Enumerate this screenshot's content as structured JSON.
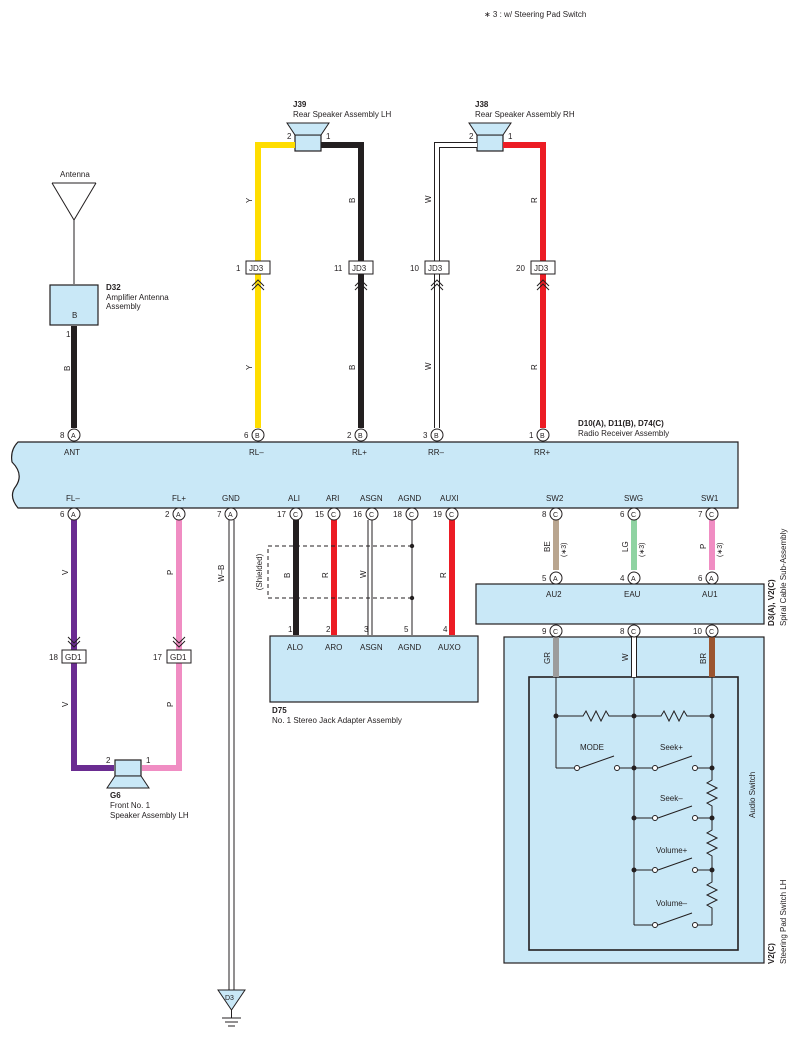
{
  "note": "∗ 3 : w/ Steering Pad Switch",
  "components": {
    "antenna": {
      "label": "Antenna"
    },
    "d32": {
      "code": "D32",
      "name_line1": "Amplifier Antenna",
      "name_line2": "Assembly",
      "pin_b": "B",
      "pin1": "1"
    },
    "j39": {
      "code": "J39",
      "name": "Rear Speaker Assembly LH",
      "pin2": "2",
      "pin1": "1"
    },
    "j38": {
      "code": "J38",
      "name": "Rear Speaker Assembly RH",
      "pin2": "2",
      "pin1": "1"
    },
    "radio": {
      "code": "D10(A), D11(B), D74(C)",
      "name": "Radio Receiver Assembly"
    },
    "d75": {
      "code": "D75",
      "name": "No.  1 Stereo Jack Adapter Assembly"
    },
    "g6": {
      "code": "G6",
      "name_line1": "Front No.  1",
      "name_line2": "Speaker Assembly LH",
      "pin2": "2",
      "pin1": "1"
    },
    "spiral": {
      "code": "D3(A), V2(C)",
      "name": "Spiral Cable Sub-Assembly"
    },
    "steering": {
      "code": "V2(C)",
      "name": "Steering Pad Switch LH"
    },
    "audio_switch": {
      "name": "Audio Switch"
    },
    "d3": {
      "code": "D3"
    }
  },
  "radio_top_pins": [
    {
      "label": "ANT",
      "num": "8",
      "conn": "A"
    },
    {
      "label": "RL–",
      "num": "6",
      "conn": "B"
    },
    {
      "label": "RL+",
      "num": "2",
      "conn": "B"
    },
    {
      "label": "RR–",
      "num": "3",
      "conn": "B"
    },
    {
      "label": "RR+",
      "num": "1",
      "conn": "B"
    }
  ],
  "radio_bottom_pins": [
    {
      "label": "FL–",
      "num": "6",
      "conn": "A"
    },
    {
      "label": "FL+",
      "num": "2",
      "conn": "A"
    },
    {
      "label": "GND",
      "num": "7",
      "conn": "A"
    },
    {
      "label": "ALI",
      "num": "17",
      "conn": "C"
    },
    {
      "label": "ARI",
      "num": "15",
      "conn": "C"
    },
    {
      "label": "ASGN",
      "num": "16",
      "conn": "C"
    },
    {
      "label": "AGND",
      "num": "18",
      "conn": "C"
    },
    {
      "label": "AUXI",
      "num": "19",
      "conn": "C"
    },
    {
      "label": "SW2",
      "num": "8",
      "conn": "C"
    },
    {
      "label": "SWG",
      "num": "6",
      "conn": "C"
    },
    {
      "label": "SW1",
      "num": "7",
      "conn": "C"
    }
  ],
  "jd3_connectors": [
    {
      "num": "1",
      "label": "JD3"
    },
    {
      "num": "11",
      "label": "JD3"
    },
    {
      "num": "10",
      "label": "JD3"
    },
    {
      "num": "20",
      "label": "JD3"
    }
  ],
  "gd1_connectors": [
    {
      "num": "18",
      "label": "GD1"
    },
    {
      "num": "17",
      "label": "GD1"
    }
  ],
  "d75_pins": [
    {
      "label": "ALO",
      "num": "1"
    },
    {
      "label": "ARO",
      "num": "2"
    },
    {
      "label": "ASGN",
      "num": "3"
    },
    {
      "label": "AGND",
      "num": "5"
    },
    {
      "label": "AUXO",
      "num": "4"
    }
  ],
  "spiral_top_pins": [
    {
      "label": "AU2",
      "num": "5",
      "conn": "A"
    },
    {
      "label": "EAU",
      "num": "4",
      "conn": "A"
    },
    {
      "label": "AU1",
      "num": "6",
      "conn": "A"
    }
  ],
  "spiral_bottom_pins": [
    {
      "num": "9",
      "conn": "C"
    },
    {
      "num": "8",
      "conn": "C"
    },
    {
      "num": "10",
      "conn": "C"
    }
  ],
  "wire_labels": {
    "ant_b": "B",
    "rl_minus_upper": "Y",
    "rl_minus_lower": "Y",
    "rl_plus_upper": "B",
    "rl_plus_lower": "B",
    "rr_minus_upper": "W",
    "rr_minus_lower": "W",
    "rr_plus_upper": "R",
    "rr_plus_lower": "R",
    "fl_minus_upper": "V",
    "fl_minus_lower": "V",
    "fl_plus_upper": "P",
    "fl_plus_lower": "P",
    "gnd": "W–B",
    "ali": "B",
    "ari": "R",
    "asgn": "W",
    "auxi": "R",
    "sw2": "BE",
    "swg": "LG",
    "sw1": "P",
    "gr": "GR",
    "w": "W",
    "br": "BR",
    "shielded": "(Shielded)",
    "star3": "(∗3)"
  },
  "switches": {
    "mode": "MODE",
    "seek_plus": "Seek+",
    "seek_minus": "Seek–",
    "vol_plus": "Volume+",
    "vol_minus": "Volume–"
  },
  "colors": {
    "yellow": "#ffdd00",
    "black": "#231f20",
    "red": "#ec1c24",
    "white": "#ffffff",
    "violet": "#6a2c91",
    "pink": "#f08dc3",
    "beige": "#b9a58f",
    "light_green": "#8fd3a2",
    "brown": "#9b5530",
    "gray": "#9c9c9c",
    "box": "#c9e8f7"
  }
}
